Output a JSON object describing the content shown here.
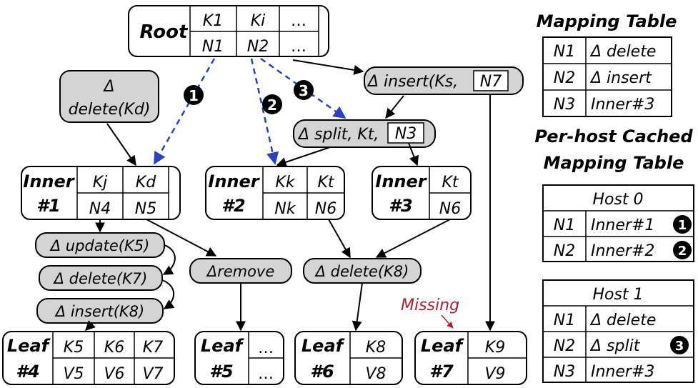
{
  "root": {
    "title": "Root",
    "keys": [
      "K1",
      "Ki",
      "…"
    ],
    "ptrs": [
      "N1",
      "N2",
      "…"
    ]
  },
  "inner1": {
    "title_a": "Inner",
    "title_b": "#1",
    "keys": [
      "Kj",
      "Kd"
    ],
    "ptrs": [
      "N4",
      "N5"
    ]
  },
  "inner2": {
    "title_a": "Inner",
    "title_b": "#2",
    "keys": [
      "Kk",
      "Kt"
    ],
    "ptrs": [
      "Nk",
      "N6"
    ]
  },
  "inner3": {
    "title_a": "Inner",
    "title_b": "#3",
    "keys": [
      "Kt"
    ],
    "ptrs": [
      "N6"
    ]
  },
  "leaf4": {
    "title_a": "Leaf",
    "title_b": "#4",
    "keys": [
      "K5",
      "K6",
      "K7"
    ],
    "vals": [
      "V5",
      "V6",
      "V7"
    ]
  },
  "leaf5": {
    "title_a": "Leaf",
    "title_b": "#5",
    "keys": [
      "…"
    ],
    "vals": [
      "…"
    ]
  },
  "leaf6": {
    "title_a": "Leaf",
    "title_b": "#6",
    "keys": [
      "K8"
    ],
    "vals": [
      "V8"
    ]
  },
  "leaf7": {
    "title_a": "Leaf",
    "title_b": "#7",
    "keys": [
      "K9"
    ],
    "vals": [
      "V9"
    ]
  },
  "deltas": {
    "delete_kd_a": "Δ",
    "delete_kd_b": "delete(Kd)",
    "insert_ks": "Δ insert(Ks,",
    "insert_ks_ptr": "N7",
    "split_kt": "Δ split, Kt,",
    "split_kt_ptr": "N3",
    "update_k5": "Δ update(K5)",
    "delete_k7": "Δ delete(K7)",
    "insert_k8": "Δ insert(K8)",
    "remove": "Δremove",
    "delete_k8": "Δ delete(K8)"
  },
  "markers": [
    "1",
    "2",
    "3"
  ],
  "missing_label": "Missing",
  "mapping_table": {
    "title": "Mapping Table",
    "rows": [
      {
        "node": "N1",
        "entry": "Δ delete"
      },
      {
        "node": "N2",
        "entry": "Δ insert"
      },
      {
        "node": "N3",
        "entry": "Inner#3"
      }
    ]
  },
  "cached_table": {
    "title_line1": "Per-host Cached",
    "title_line2": "Mapping Table",
    "host0": {
      "name": "Host 0",
      "rows": [
        {
          "node": "N1",
          "entry": "Inner#1",
          "marker": "1"
        },
        {
          "node": "N2",
          "entry": "Inner#2",
          "marker": "2"
        }
      ]
    },
    "host1": {
      "name": "Host 1",
      "rows": [
        {
          "node": "N1",
          "entry": "Δ delete",
          "marker": ""
        },
        {
          "node": "N2",
          "entry": "Δ split",
          "marker": "3"
        },
        {
          "node": "N3",
          "entry": "Inner#3",
          "marker": ""
        }
      ]
    }
  },
  "colors": {
    "delta_fill": "#d4d4d4",
    "dashed_arrow": "#2b3fc7",
    "missing": "#b01c2e",
    "stroke": "#000000"
  }
}
